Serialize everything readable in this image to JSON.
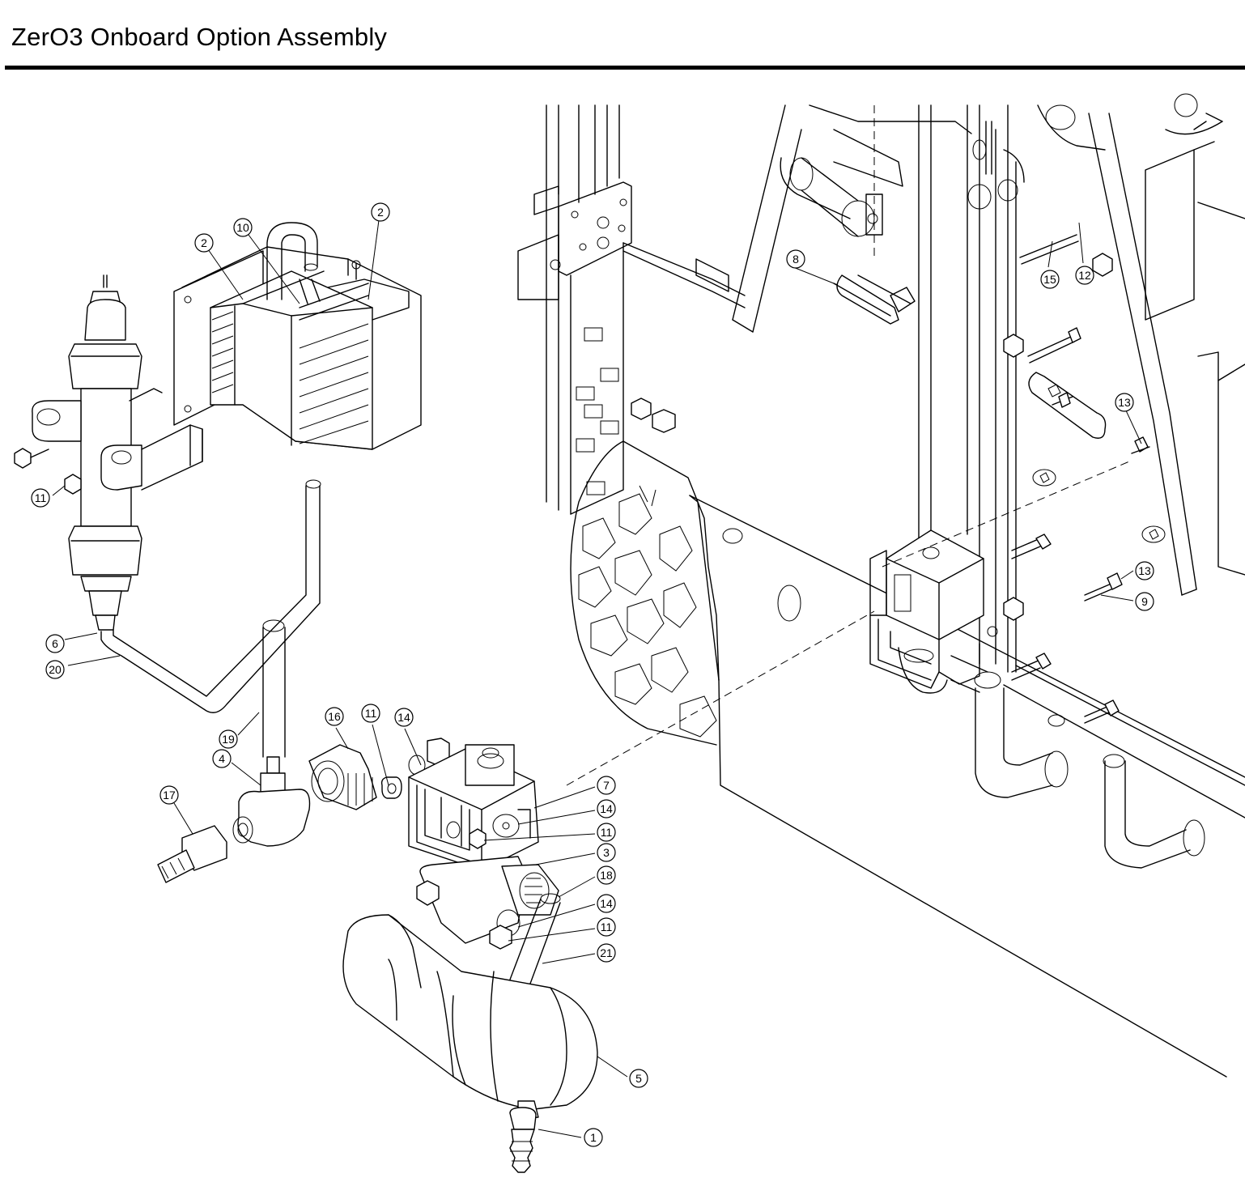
{
  "title": "ZerO3 Onboard Option Assembly",
  "callouts": [
    {
      "id": "c-2a",
      "label": "2"
    },
    {
      "id": "c-10",
      "label": "10"
    },
    {
      "id": "c-2b",
      "label": "2"
    },
    {
      "id": "c-11a",
      "label": "11"
    },
    {
      "id": "c-6",
      "label": "6"
    },
    {
      "id": "c-20",
      "label": "20"
    },
    {
      "id": "c-19",
      "label": "19"
    },
    {
      "id": "c-4",
      "label": "4"
    },
    {
      "id": "c-17",
      "label": "17"
    },
    {
      "id": "c-16",
      "label": "16"
    },
    {
      "id": "c-11b",
      "label": "11"
    },
    {
      "id": "c-14a",
      "label": "14"
    },
    {
      "id": "c-7",
      "label": "7"
    },
    {
      "id": "c-14b",
      "label": "14"
    },
    {
      "id": "c-11c",
      "label": "11"
    },
    {
      "id": "c-3",
      "label": "3"
    },
    {
      "id": "c-18",
      "label": "18"
    },
    {
      "id": "c-14c",
      "label": "14"
    },
    {
      "id": "c-11d",
      "label": "11"
    },
    {
      "id": "c-21",
      "label": "21"
    },
    {
      "id": "c-5",
      "label": "5"
    },
    {
      "id": "c-1",
      "label": "1"
    },
    {
      "id": "c-8",
      "label": "8"
    },
    {
      "id": "c-15",
      "label": "15"
    },
    {
      "id": "c-12",
      "label": "12"
    },
    {
      "id": "c-13a",
      "label": "13"
    },
    {
      "id": "c-13b",
      "label": "13"
    },
    {
      "id": "c-9",
      "label": "9"
    }
  ]
}
